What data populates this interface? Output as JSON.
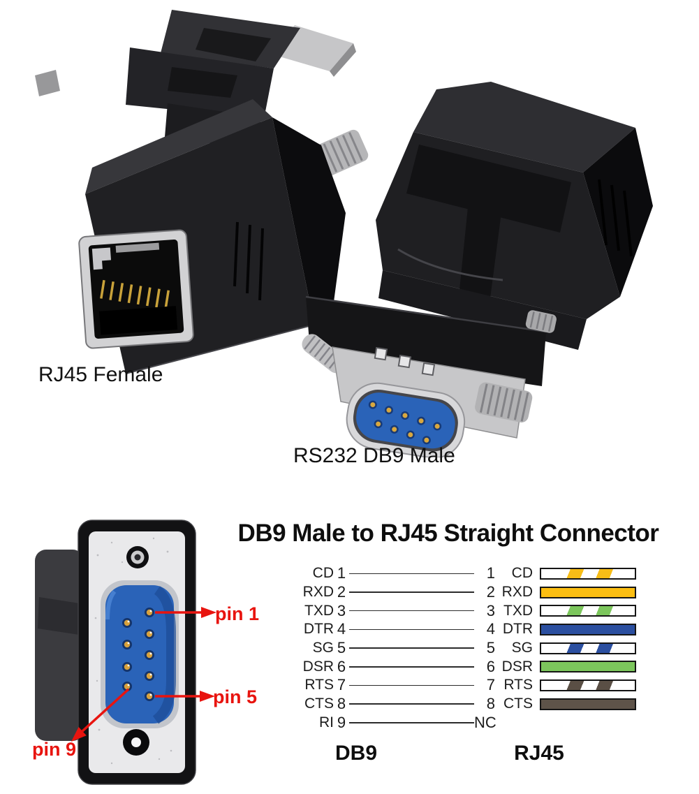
{
  "photos": {
    "left_adapter_label": "RJ45 Female",
    "right_adapter_label": "RS232 DB9 Male"
  },
  "diagram": {
    "title": "DB9 Male to RJ45 Straight Connector",
    "left_header": "DB9",
    "right_header": "RJ45",
    "annotation_color": "#e8140f",
    "pin_annotations": [
      {
        "label": "pin 1"
      },
      {
        "label": "pin 5"
      },
      {
        "label": "pin 9"
      }
    ],
    "rows": [
      {
        "signal": "CD",
        "db9_pin": "1",
        "rj45_pin": "1",
        "rj45_signal": "CD",
        "wire": "striped",
        "color": "#f7bd17"
      },
      {
        "signal": "RXD",
        "db9_pin": "2",
        "rj45_pin": "2",
        "rj45_signal": "RXD",
        "wire": "solid",
        "color": "#fcbe12"
      },
      {
        "signal": "TXD",
        "db9_pin": "3",
        "rj45_pin": "3",
        "rj45_signal": "TXD",
        "wire": "striped",
        "color": "#7cc65c"
      },
      {
        "signal": "DTR",
        "db9_pin": "4",
        "rj45_pin": "4",
        "rj45_signal": "DTR",
        "wire": "solid",
        "color": "#2b4fa0"
      },
      {
        "signal": "SG",
        "db9_pin": "5",
        "rj45_pin": "5",
        "rj45_signal": "SG",
        "wire": "striped",
        "color": "#2b4fa0"
      },
      {
        "signal": "DSR",
        "db9_pin": "6",
        "rj45_pin": "6",
        "rj45_signal": "DSR",
        "wire": "solid",
        "color": "#7cc65c"
      },
      {
        "signal": "RTS",
        "db9_pin": "7",
        "rj45_pin": "7",
        "rj45_signal": "RTS",
        "wire": "striped",
        "color": "#5a4f45"
      },
      {
        "signal": "CTS",
        "db9_pin": "8",
        "rj45_pin": "8",
        "rj45_signal": "CTS",
        "wire": "solid",
        "color": "#5e5349"
      },
      {
        "signal": "RI",
        "db9_pin": "9",
        "rj45_pin": "NC",
        "rj45_signal": "",
        "wire": "none",
        "color": ""
      }
    ]
  }
}
